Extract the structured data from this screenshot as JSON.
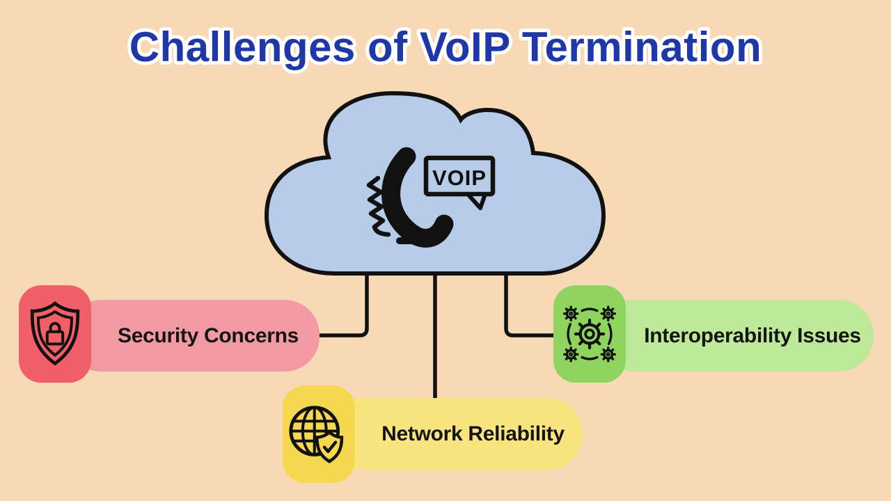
{
  "title": {
    "text": "Challenges of VoIP Termination",
    "color": "#1e38a8",
    "outline_color": "#ffffff"
  },
  "background_color": "#f8d9b5",
  "cloud": {
    "icon": "voip-phone-with-speech-bubble",
    "label": "VOIP",
    "fill": "#b6cce9",
    "outline_color": "#111111"
  },
  "connector_color": "#111111",
  "challenges": [
    {
      "label": "Security Concerns",
      "icon": "shield-lock-icon",
      "icon_box_color": "#f15f68",
      "pill_color": "#f29aa2"
    },
    {
      "label": "Network Reliability",
      "icon": "globe-shield-check-icon",
      "icon_box_color": "#f6d84e",
      "pill_color": "#f9e57e"
    },
    {
      "label": "Interoperability Issues",
      "icon": "gears-icon",
      "icon_box_color": "#8ed45f",
      "pill_color": "#bee998"
    }
  ]
}
